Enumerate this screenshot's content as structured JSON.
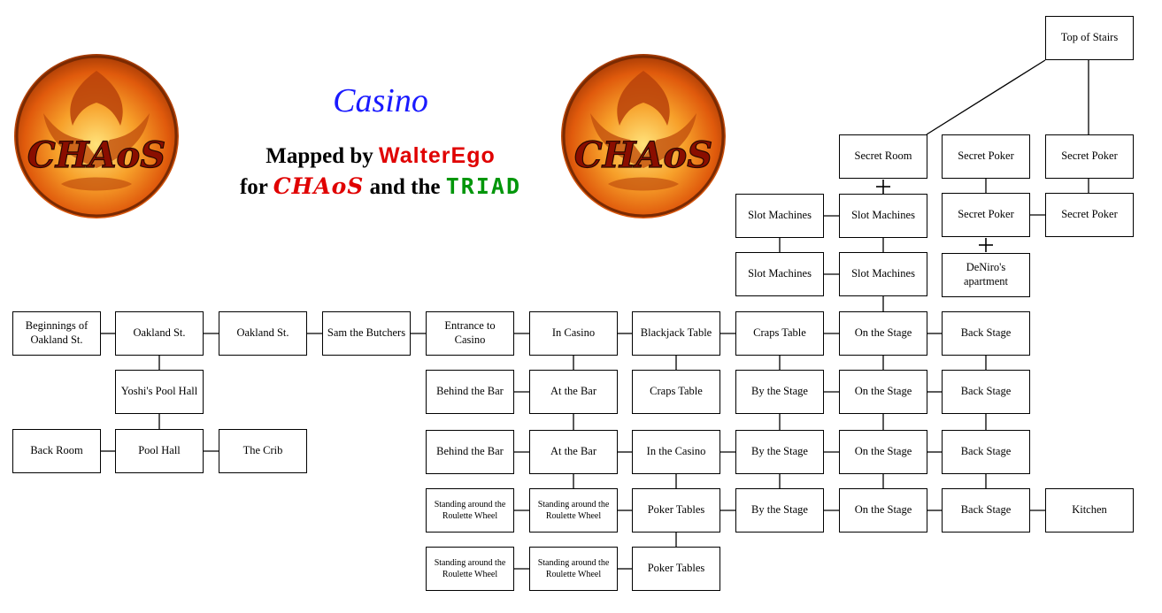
{
  "header": {
    "title": "Casino",
    "mapped_by_prefix": "Mapped by ",
    "author": "WalterEgo",
    "for_prefix": "for ",
    "guild": "CHAoS",
    "and_the": " and the ",
    "group": "TRIAD"
  },
  "logos": [
    {
      "text": "CHAoS"
    },
    {
      "text": "CHAoS"
    }
  ],
  "colors": {
    "title": "#1a1aff",
    "author": "#e00000",
    "guild": "#e00000",
    "group": "#00960a",
    "logo_fire": "#f07a12",
    "logo_ring": "#a53a05"
  },
  "rooms": {
    "top_of_stairs": "Top of Stairs",
    "secret_room": "Secret Room",
    "secret_poker_1": "Secret Poker",
    "secret_poker_2": "Secret Poker",
    "secret_poker_3": "Secret Poker",
    "secret_poker_4": "Secret Poker",
    "slot_machines_1": "Slot Machines",
    "slot_machines_2": "Slot Machines",
    "slot_machines_3": "Slot Machines",
    "slot_machines_4": "Slot Machines",
    "deniros_apartment": "DeNiro's apartment",
    "beginnings_oakland": "Beginnings of Oakland St.",
    "oakland_st_1": "Oakland St.",
    "oakland_st_2": "Oakland St.",
    "sam_the_butchers": "Sam the Butchers",
    "entrance_to_casino": "Entrance to Casino",
    "in_casino": "In Casino",
    "blackjack_table": "Blackjack Table",
    "craps_table_1": "Craps Table",
    "on_the_stage_1": "On the Stage",
    "back_stage_1": "Back Stage",
    "yoshis_pool_hall": "Yoshi's Pool Hall",
    "behind_the_bar_1": "Behind the Bar",
    "at_the_bar_1": "At the Bar",
    "craps_table_2": "Craps Table",
    "by_the_stage_1": "By the Stage",
    "on_the_stage_2": "On the Stage",
    "back_stage_2": "Back Stage",
    "back_room": "Back Room",
    "pool_hall": "Pool Hall",
    "the_crib": "The Crib",
    "behind_the_bar_2": "Behind the Bar",
    "at_the_bar_2": "At the Bar",
    "in_the_casino": "In the Casino",
    "by_the_stage_2": "By the Stage",
    "on_the_stage_3": "On the Stage",
    "back_stage_3": "Back Stage",
    "roulette_1": "Standing around the Roulette Wheel",
    "roulette_2": "Standing around the Roulette Wheel",
    "poker_tables_1": "Poker Tables",
    "by_the_stage_3": "By the Stage",
    "on_the_stage_4": "On the Stage",
    "back_stage_4": "Back Stage",
    "kitchen": "Kitchen",
    "roulette_3": "Standing around the Roulette Wheel",
    "roulette_4": "Standing around the Roulette Wheel",
    "poker_tables_2": "Poker Tables"
  }
}
